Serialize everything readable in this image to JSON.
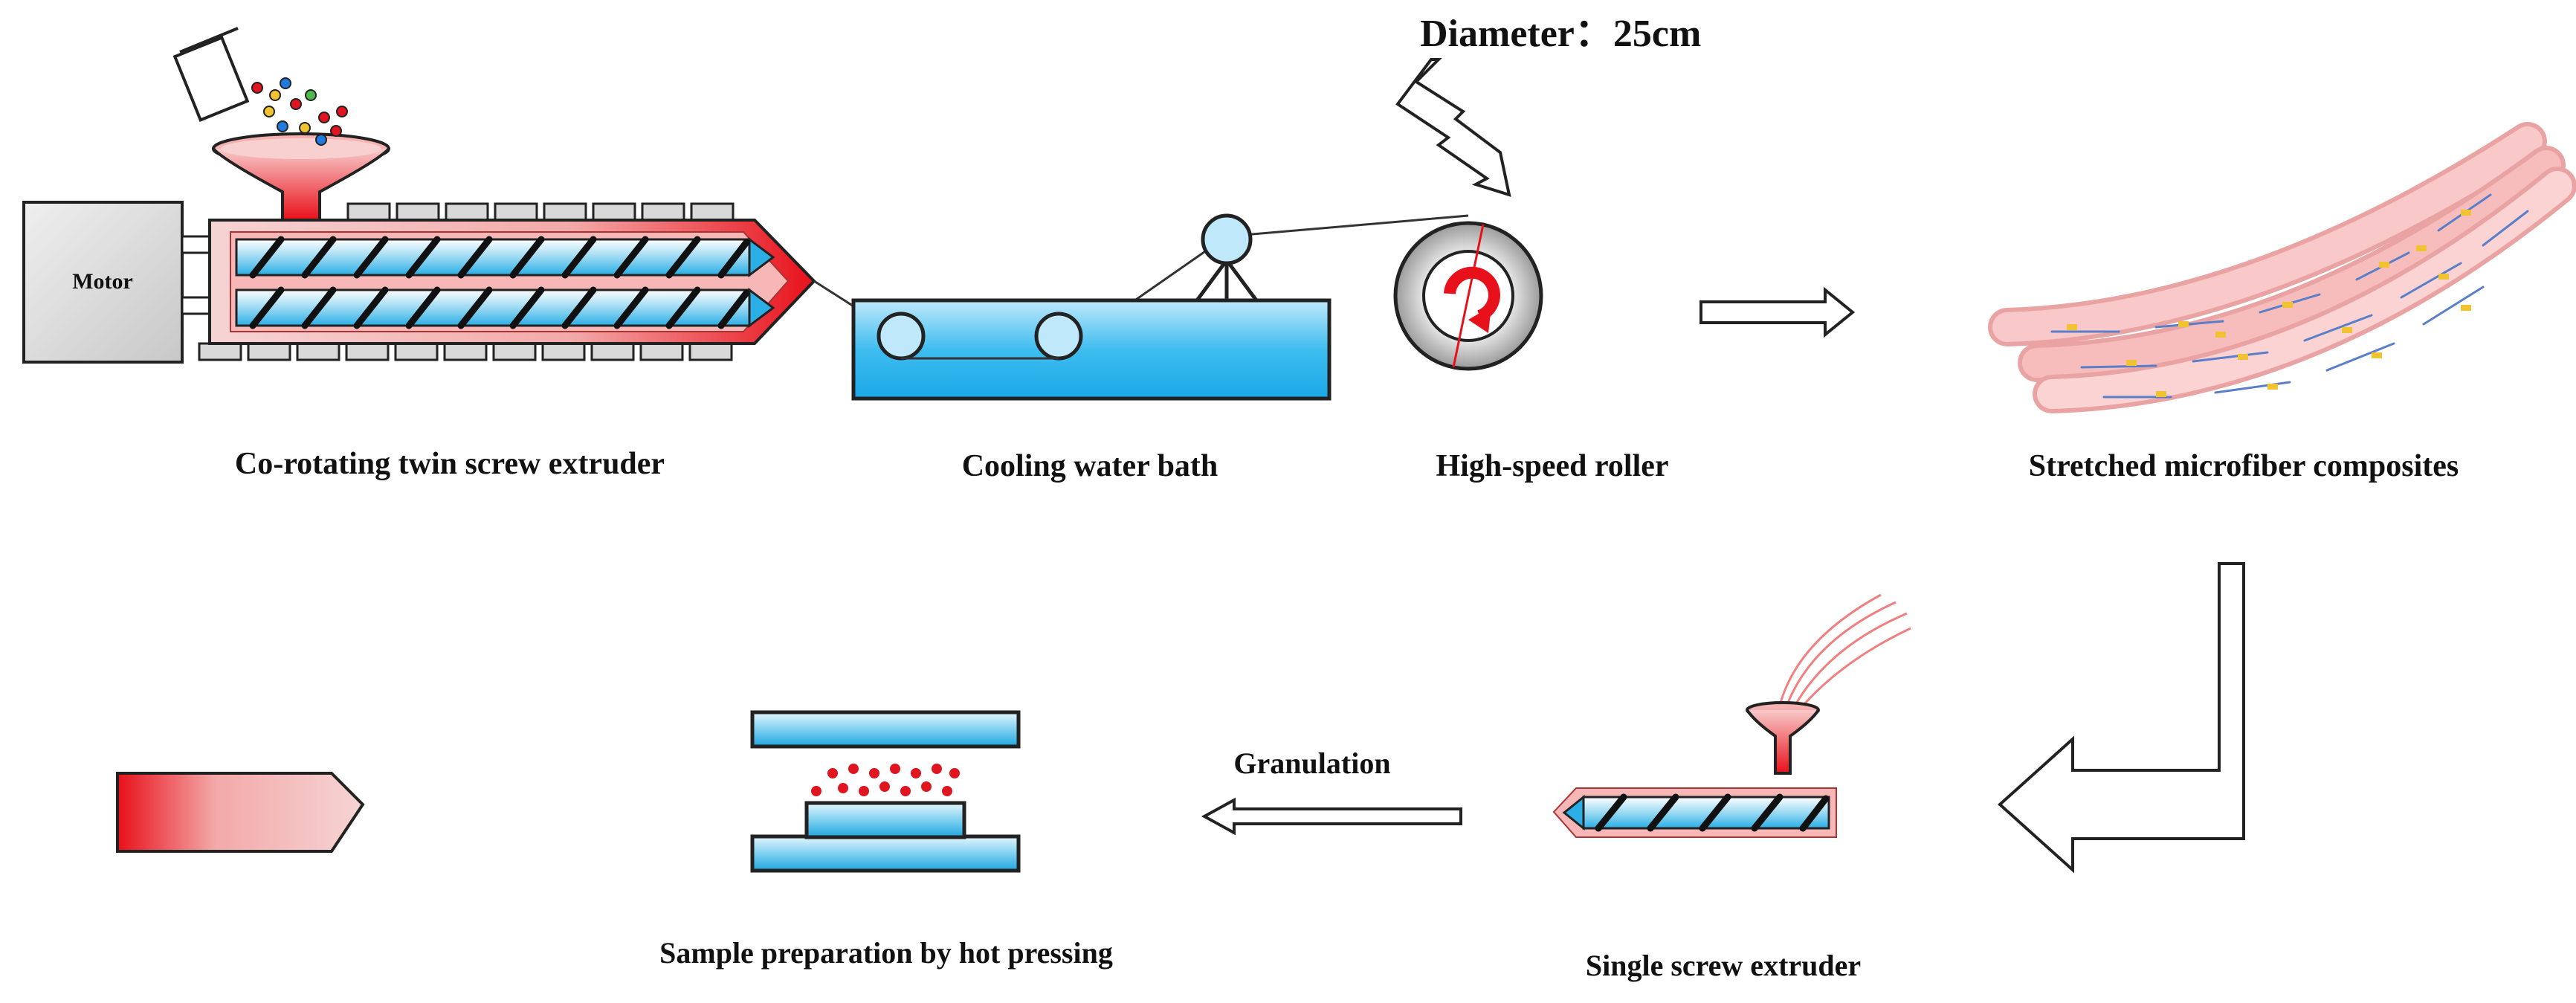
{
  "diagram": {
    "top_row": {
      "motor_label": "Motor",
      "extruder_label": "Co-rotating twin screw extruder",
      "bath_label": "Cooling water bath",
      "roller_label": "High-speed roller",
      "diameter_label": "Diameter：25cm",
      "composite_label": "Stretched microfiber composites"
    },
    "bottom_row": {
      "single_extruder_label": "Single screw extruder",
      "granulation_label": "Granulation",
      "hot_press_label": "Sample preparation by hot pressing"
    },
    "colors": {
      "extruder_red": "#e8101a",
      "barrel_pink": "#f7c9c9",
      "water_blue": "#2bb5ec",
      "screw_blue": "#8fd3ee",
      "motor_gray": "#d9d9d9",
      "fiber_pink": "#f6b6b6",
      "pellet_red": "#e0151f",
      "fiber_dot_yellow": "#f1c232"
    },
    "icons": [
      "motor-icon",
      "hopper-icon",
      "bag-icon",
      "screw-icon",
      "roller-icon",
      "rotation-arrow-icon",
      "lightning-arrow-icon",
      "pulley-icon",
      "process-arrow-icon",
      "press-plate-icon"
    ]
  }
}
